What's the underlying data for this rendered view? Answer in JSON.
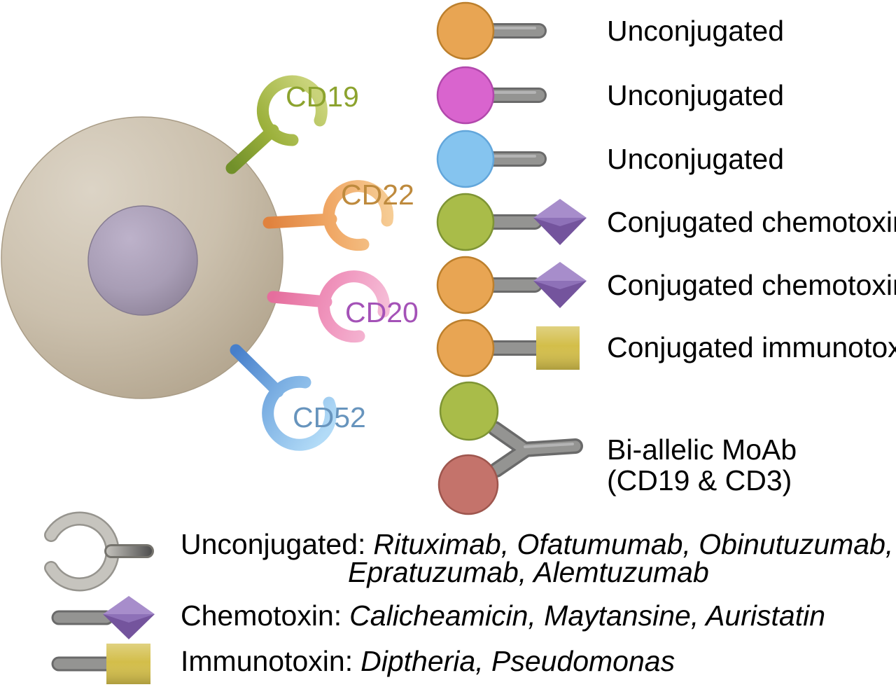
{
  "cell": {
    "description": "B-cell with nucleus and four surface receptors",
    "body_color": "#C6BBA8",
    "nucleus_color": "#A196AE",
    "receptor_labels": [
      {
        "text": "CD19",
        "color": "#8CA32E"
      },
      {
        "text": "CD22",
        "color": "#BE8A3D"
      },
      {
        "text": "CD20",
        "color": "#A452B7"
      },
      {
        "text": "CD52",
        "color": "#6794BD"
      }
    ]
  },
  "antibodies": {
    "rows": [
      {
        "type": "Unconjugated",
        "target_color": "#E8A553"
      },
      {
        "type": "Unconjugated",
        "target_color": "#D964CE"
      },
      {
        "type": "Unconjugated",
        "target_color": "#85C4EF"
      },
      {
        "type": "Conjugated chemotoxin",
        "target_color": "#A9BC49",
        "payload_color": "#8E71B8"
      },
      {
        "type": "Conjugated chemotoxin",
        "target_color": "#E8A553",
        "payload_color": "#8E71B8"
      },
      {
        "type": "Conjugated immunotoxin",
        "target_color": "#E8A553",
        "payload_color": "#D3BE4A"
      },
      {
        "type": "Bi-allelic MoAb",
        "subtype": "(CD19 & CD3)",
        "target_color": "#A9BC49",
        "target_color_2": "#C4736B"
      }
    ]
  },
  "legend": {
    "entries": [
      {
        "prefix": "Unconjugated:",
        "drugs_line1": "Rituximab, Ofatumumab, Obinutuzumab,",
        "drugs_line2": "Epratuzumab, Alemtuzumab",
        "icon": "gray-antibody-icon"
      },
      {
        "prefix": "Chemotoxin:",
        "drugs": "Calicheamicin, Maytansine, Auristatin",
        "icon": "chemotoxin-diamond-icon"
      },
      {
        "prefix": "Immunotoxin:",
        "drugs": "Diptheria, Pseudomonas",
        "icon": "immunotoxin-square-icon"
      }
    ]
  },
  "icons": {
    "antibody_target": "colored-circle",
    "antibody_stem": "gray-rounded-bar",
    "chemotoxin": "purple-faceted-diamond",
    "immunotoxin": "yellow-square",
    "receptor": "c-shaped-open-ring-with-stem"
  },
  "colors": {
    "stem_gray": "#929292",
    "stem_gray_dark": "#6A6A6A",
    "diamond_purple_light": "#A78DCB",
    "diamond_purple_dark": "#74549D",
    "square_yellow": "#D3BE4A",
    "circle_orange": "#E8A553",
    "circle_magenta": "#D964CE",
    "circle_blue": "#85C4EF",
    "circle_olive": "#A9BC49",
    "circle_red": "#C4736B",
    "text_black": "#000000"
  }
}
